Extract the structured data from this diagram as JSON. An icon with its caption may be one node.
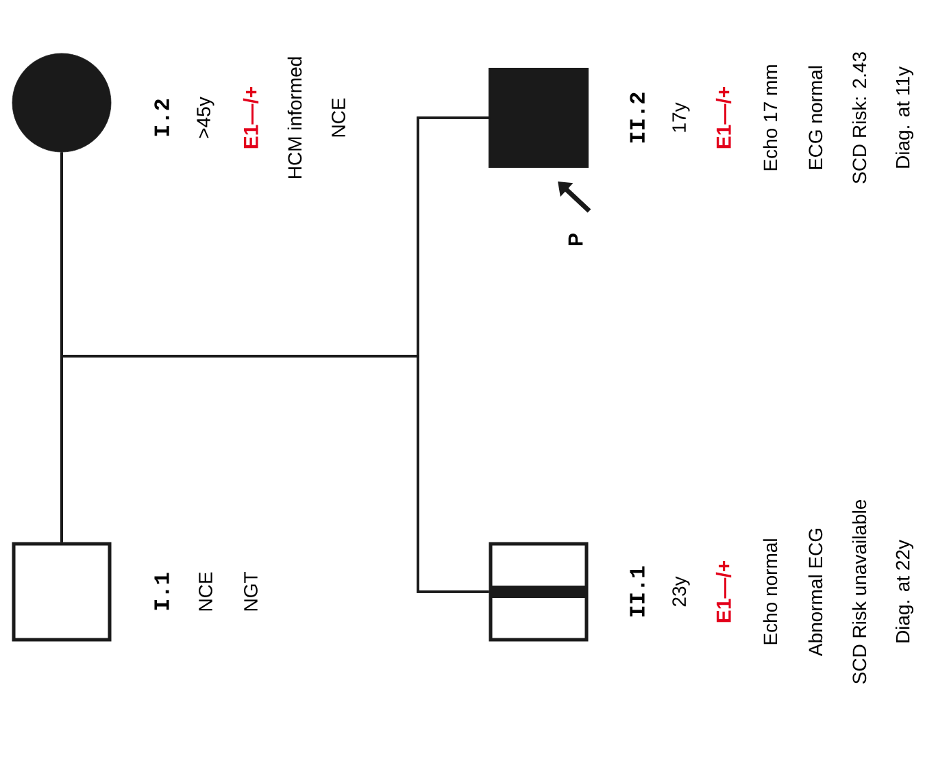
{
  "diagram": {
    "nodes": [
      {
        "text": [
          "I.1",
          "NCE",
          "NGT"
        ]
      },
      {
        "text": [
          "I.2",
          ">45y",
          "E1—/+"
        ]
      },
      {
        "text": [
          "II.1",
          "23y",
          "E1—/+"
        ]
      },
      {
        "text": [
          "II.2",
          "17y",
          "E1—/+"
        ]
      },
      {
        "text": [
          "P"
        ]
      }
    ],
    "edges": [
      {
        "from": 1,
        "to": 0,
        "arrow": "none"
      },
      {
        "from": 0,
        "to": 2,
        "arrow": "none"
      },
      {
        "from": 1,
        "to": 2,
        "arrow": "none"
      },
      {
        "from": 0,
        "to": 3,
        "arrow": "none"
      },
      {
        "from": 1,
        "to": 3,
        "arrow": "none"
      },
      {
        "from": 4,
        "to": 3,
        "arrow": "to",
        "style": "thick"
      }
    ],
    "labels": [
      "HCM informed",
      "NCE",
      "Echo 17 mm",
      "ECG normal",
      "SCD Risk: 2.43",
      "Diag. at 11y",
      "Echo normal",
      "Abnormal ECG",
      "SCD Risk unavailable",
      "Diag. at 22y"
    ]
  }
}
